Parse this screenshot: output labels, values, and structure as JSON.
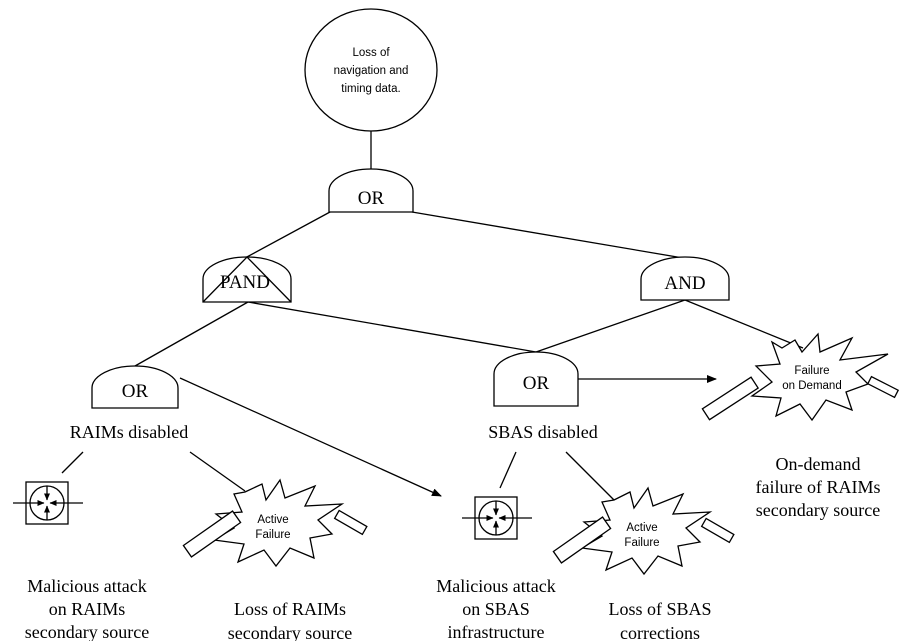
{
  "top_event": {
    "line1": "Loss of",
    "line2": "navigation and",
    "line3": "timing data."
  },
  "gates": {
    "top_or": "OR",
    "pand": "PAND",
    "and": "AND",
    "raims_or": "OR",
    "sbas_or": "OR"
  },
  "intermediate": {
    "raims_disabled": "RAIMs disabled",
    "sbas_disabled": "SBAS disabled"
  },
  "failure_on_demand": {
    "symbol_line1": "Failure",
    "symbol_line2": "on Demand",
    "caption_line1": "On-demand",
    "caption_line2": "failure of RAIMs",
    "caption_line3": "secondary source"
  },
  "active_failure_raims": {
    "symbol_line1": "Active",
    "symbol_line2": "Failure",
    "caption_line1": "Loss of RAIMs",
    "caption_line2": "secondary source"
  },
  "active_failure_sbas": {
    "symbol_line1": "Active",
    "symbol_line2": "Failure",
    "caption_line1": "Loss of SBAS",
    "caption_line2": "corrections"
  },
  "attack_raims": {
    "caption_line1": "Malicious attack",
    "caption_line2": "on RAIMs",
    "caption_line3": "secondary source"
  },
  "attack_sbas": {
    "caption_line1": "Malicious attack",
    "caption_line2": "on SBAS",
    "caption_line3": "infrastructure"
  }
}
